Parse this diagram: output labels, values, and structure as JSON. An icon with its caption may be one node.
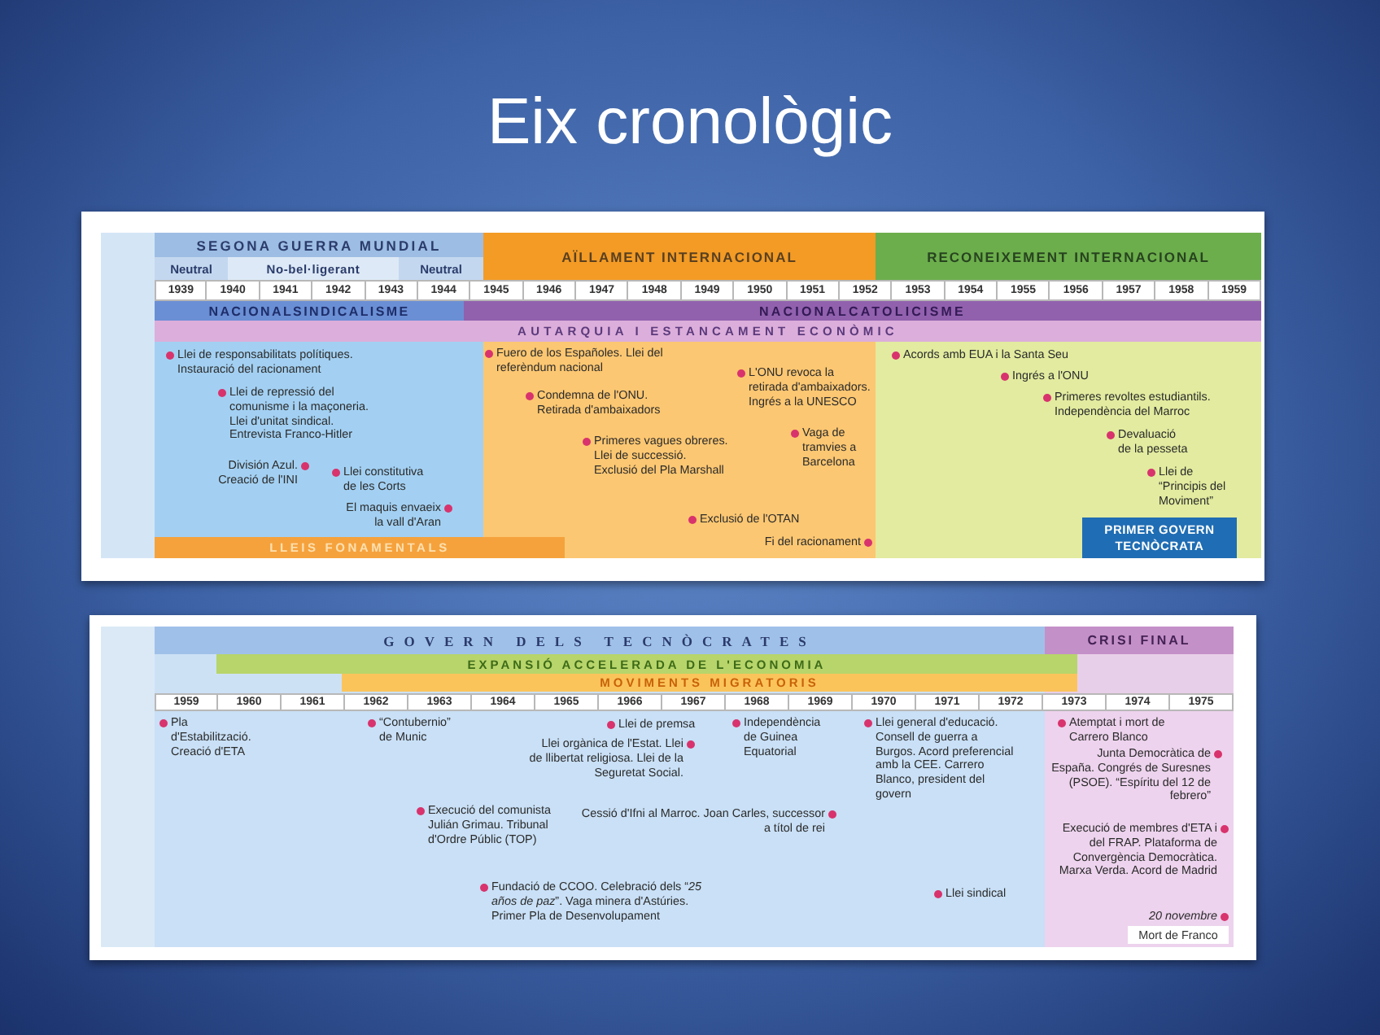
{
  "diagram": {
    "title": "Eix cronològic",
    "nodes": [
      {
        "text": [
          "SEGONA GUERRA MUNDIAL"
        ]
      },
      {
        "text": [
          "Neutral"
        ]
      },
      {
        "text": [
          "No-bel·ligerant"
        ]
      },
      {
        "text": [
          "Neutral"
        ]
      },
      {
        "text": [
          "AÏLLAMENT INTERNACIONAL"
        ]
      },
      {
        "text": [
          "RECONEIXEMENT INTERNACIONAL"
        ]
      },
      {
        "text": [
          "NACIONALSINDICALISME"
        ]
      },
      {
        "text": [
          "NACIONALCATOLICISME"
        ]
      },
      {
        "text": [
          "AUTARQUIA I ESTANCAMENT ECONÒMIC"
        ]
      },
      {
        "text": [
          "Llei de responsabilitats polítiques. Instauració del racionament",
          "Llei de repressió del comunisme i la maçoneria. Llei d'unitat sindical. Entrevista Franco-Hitler",
          "División Azul. Creació de l'INI",
          "Llei constitutiva de les Corts",
          "El maquis envaeix la vall d'Aran"
        ]
      },
      {
        "text": [
          "Fuero de los Españoles. Llei del referèndum nacional",
          "L'ONU revoca la retirada d'ambaixadors. Ingrés a la UNESCO",
          "Condemna de l'ONU. Retirada d'ambaixadors",
          "Vaga de tramvies a Barcelona",
          "Primeres vagues obreres. Llei de successió. Exclusió del Pla Marshall",
          "Exclusió de l'OTAN",
          "Fi del racionament"
        ]
      },
      {
        "text": [
          "Acords amb EUA i la Santa Seu",
          "Ingrés a l'ONU",
          "Primeres revoltes estudiantils. Independència del Marroc",
          "Devaluació de la pesseta",
          "Llei de “Principis del Moviment”"
        ]
      },
      {
        "text": [
          "PRIMER GOVERN TECNÒCRATA"
        ],
        "in": 11
      },
      {
        "text": [
          "LLEIS FONAMENTALS"
        ]
      },
      {
        "text": [
          "GOVERN DELS TECNÒCRATES"
        ]
      },
      {
        "text": [
          "CRISI FINAL"
        ]
      },
      {
        "text": [
          "EXPANSIÓ ACCELERADA DE L'ECONOMIA"
        ]
      },
      {
        "text": [
          "MOVIMENTS MIGRATORIS"
        ]
      },
      {
        "text": [
          "Pla d'Estabilització. Creació d'ETA",
          "“Contubernio” de Munic",
          "Llei de premsa",
          "Llei orgànica de l'Estat. Llei de llibertat religiosa. Llei de la Seguretat Social.",
          "Independència de Guinea Equatorial",
          "Llei general d'educació. Consell de guerra a Burgos. Acord preferencial amb la CEE. Carrero Blanco, president del govern",
          "Execució del comunista Julián Grimau. Tribunal d'Ordre Públic (TOP)",
          "Cessió d'Ifni al Marroc. Joan Carles, successor a títol de rei",
          "Fundació de CCOO. Celebració dels “*25 años de paz*”. Vaga minera d'Astúries. Primer Pla de Desenvolupament",
          "Llei sindical"
        ]
      },
      {
        "text": [
          "Atemptat i mort de Carrero Blanco",
          "Junta Democràtica de España. Congrés de Suresnes (PSOE). “Espíritu del 12 de febrero”",
          "Execució de membres d'ETA i del FRAP. Plataforma de Convergència Democràtica. Marxa Verda. Acord de Madrid"
        ]
      },
      {
        "text": [
          "Mort de Franco"
        ],
        "in": 19,
        "beside": [
          "20 novembre"
        ]
      }
    ],
    "labels": [
      "1939",
      "1940",
      "1941",
      "1942",
      "1943",
      "1944",
      "1945",
      "1946",
      "1947",
      "1948",
      "1949",
      "1950",
      "1951",
      "1952",
      "1953",
      "1954",
      "1955",
      "1956",
      "1957",
      "1958",
      "1959",
      "1959",
      "1960",
      "1961",
      "1962",
      "1963",
      "1964",
      "1965",
      "1966",
      "1967",
      "1968",
      "1969",
      "1970",
      "1971",
      "1972",
      "1973",
      "1974",
      "1975"
    ]
  }
}
